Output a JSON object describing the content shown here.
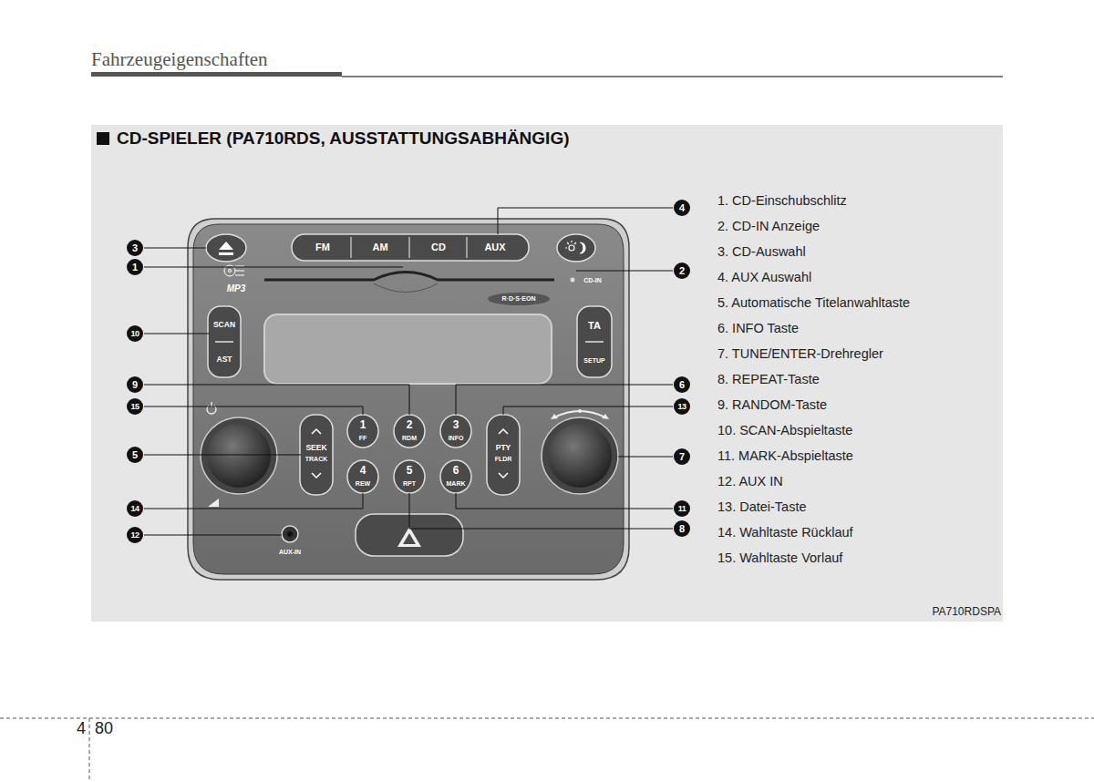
{
  "diagram": {
    "title": "CD-SPIELER (PA710RDS, AUSSTATTUNGSABHÄNGIG)",
    "labels": [
      "Fahrzeugeigenschaften",
      "1. CD-Einschubschlitz",
      "2. CD-IN Anzeige",
      "3. CD-Auswahl",
      "4. AUX Auswahl",
      "5. Automatische Titelanwahltaste",
      "6. INFO Taste",
      "7. TUNE/ENTER-Drehregler",
      "8. REPEAT-Taste",
      "9. RANDOM-Taste",
      "10. SCAN-Abspieltaste",
      "11. MARK-Abspieltaste",
      "12. AUX IN",
      "13. Datei-Taste",
      "14. Wahltaste Rücklauf",
      "15. Wahltaste Vorlauf",
      "PA710RDSPA",
      "4",
      "80",
      "3",
      "1",
      "2",
      "4",
      "10",
      "9",
      "15",
      "5",
      "14",
      "12",
      "6",
      "13",
      "7",
      "11",
      "8",
      "FM",
      "AM",
      "CD",
      "AUX",
      "CD-IN",
      "MP3",
      "R·D·S·EON",
      "SCAN",
      "AST",
      "TA",
      "SETUP",
      "SEEK",
      "TRACK",
      "PTY",
      "FLDR",
      "1",
      "FF",
      "2",
      "RDM",
      "3",
      "INFO",
      "4",
      "REW",
      "5",
      "RPT",
      "6",
      "MARK",
      "AUX-IN"
    ]
  }
}
